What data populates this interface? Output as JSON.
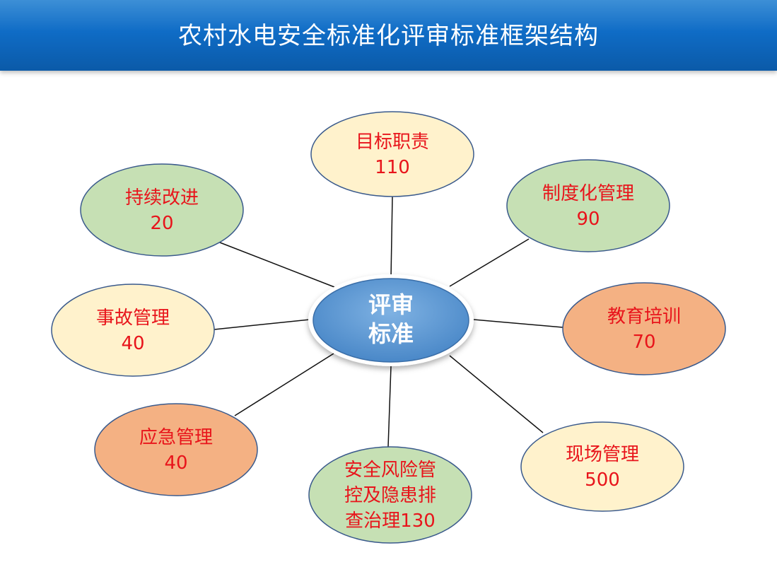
{
  "title": "农村水电安全标准化评审标准框架结构",
  "colors": {
    "header": "#0f6cc6",
    "node_text": "#e8141b",
    "yellow_node": "#fff2cc",
    "green_node": "#c6e0b4",
    "orange_node": "#f4b183",
    "center_node": "#5b9bd5",
    "node_border": "#3a5a8c"
  },
  "center": {
    "lines": [
      "评审",
      "标准"
    ]
  },
  "nodes": [
    {
      "id": "target-duty",
      "lines": [
        "目标职责",
        "110"
      ],
      "color": "yellow"
    },
    {
      "id": "system-management",
      "lines": [
        "制度化管理",
        "90"
      ],
      "color": "green"
    },
    {
      "id": "education-training",
      "lines": [
        "教育培训",
        "70"
      ],
      "color": "orange"
    },
    {
      "id": "site-management",
      "lines": [
        "现场管理",
        "500"
      ],
      "color": "yellow"
    },
    {
      "id": "risk-control",
      "lines": [
        "安全风险管",
        "控及隐患排",
        "查治理130"
      ],
      "color": "green"
    },
    {
      "id": "emergency-management",
      "lines": [
        "应急管理",
        "40"
      ],
      "color": "orange"
    },
    {
      "id": "accident-management",
      "lines": [
        "事故管理",
        "40"
      ],
      "color": "yellow"
    },
    {
      "id": "continuous-improvement",
      "lines": [
        "持续改进",
        "20"
      ],
      "color": "green"
    }
  ]
}
